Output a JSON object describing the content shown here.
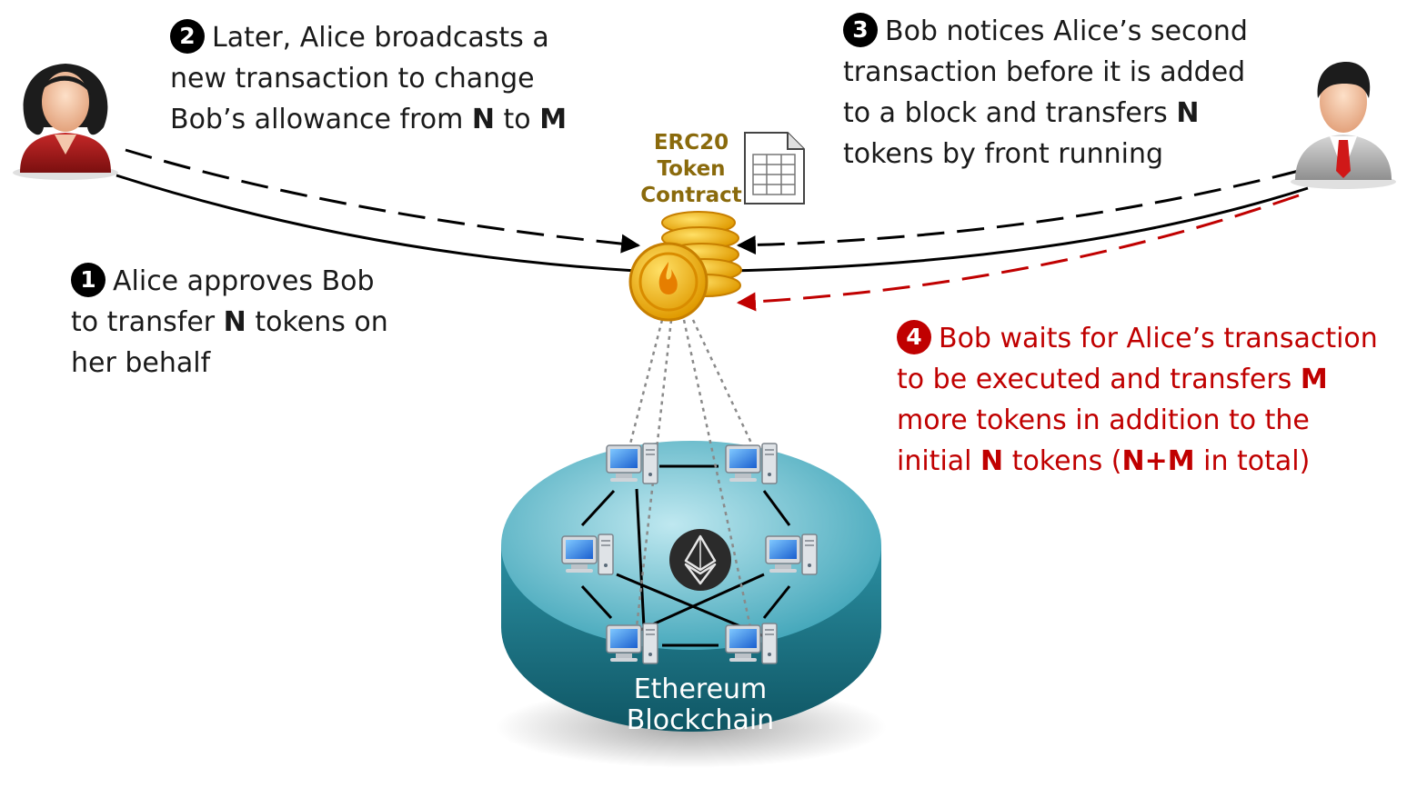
{
  "steps": {
    "s1": {
      "number": "1",
      "line1": "Alice approves Bob",
      "line2_a": "to transfer ",
      "line2_b": "N",
      "line2_c": " tokens on",
      "line3": "her behalf"
    },
    "s2": {
      "number": "2",
      "line1": "Later, Alice broadcasts a",
      "line2": "new transaction to change",
      "line3_a": "Bob’s allowance from ",
      "line3_b": "N",
      "line3_c": " to ",
      "line3_d": "M"
    },
    "s3": {
      "number": "3",
      "line1": "Bob notices Alice’s second",
      "line2": "transaction before it is added",
      "line3_a": "to a block and transfers ",
      "line3_b": "N",
      "line4": "tokens by front running"
    },
    "s4": {
      "number": "4",
      "line1": "Bob waits for Alice’s transaction",
      "line2_a": "to be executed and transfers ",
      "line2_b": "M",
      "line3": "more tokens in addition to the",
      "line4_a": "initial ",
      "line4_b": "N",
      "line4_c": " tokens (",
      "line4_d": "N+M",
      "line4_e": " in total)"
    }
  },
  "contract": {
    "line1": "ERC20",
    "line2": "Token",
    "line3": "Contract"
  },
  "blockchain": {
    "line1": "Ethereum",
    "line2": "Blockchain"
  },
  "icons": {
    "alice": "alice-avatar-icon",
    "bob": "bob-avatar-icon",
    "document": "document-icon",
    "coins": "coin-stack-icon",
    "node": "computer-node-icon",
    "ethereum": "ethereum-logo-icon"
  },
  "colors": {
    "black": "#000000",
    "red": "#c00000",
    "gold": "#8a6a0c",
    "platform": "#4fb5c8"
  }
}
